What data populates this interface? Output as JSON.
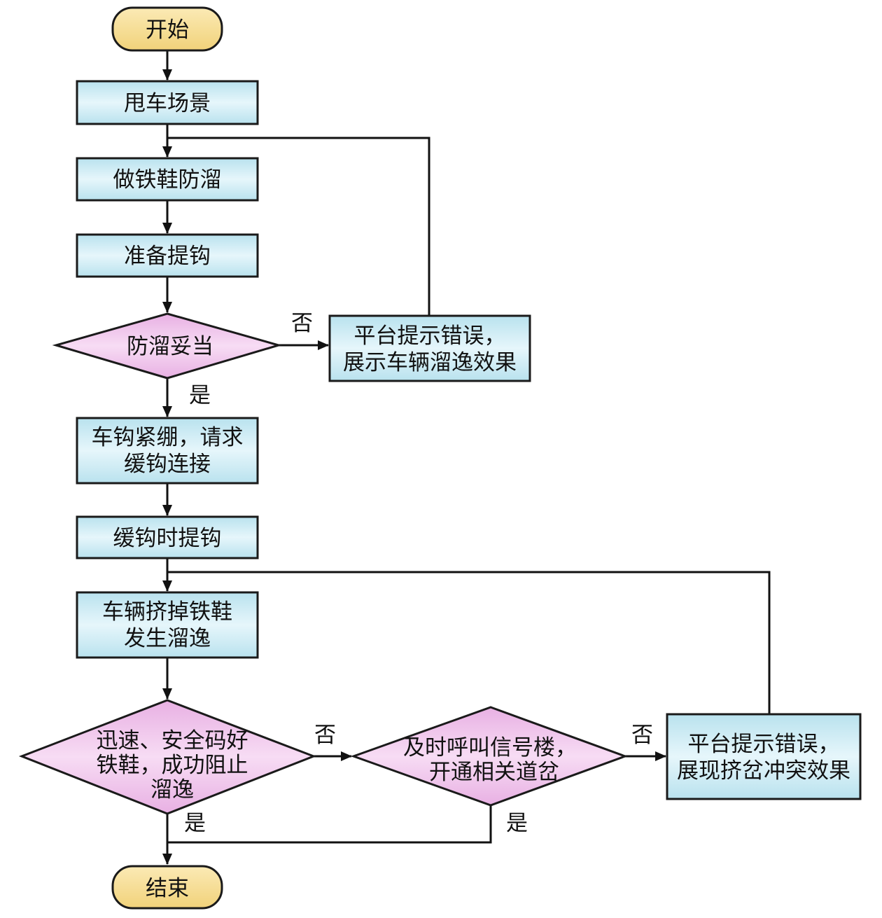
{
  "diagram": {
    "type": "flowchart",
    "colors": {
      "terminal_fill_top": "#fbe9b0",
      "terminal_fill_bottom": "#f2d47c",
      "process_fill_top": "#e6f6fb",
      "process_fill_bottom": "#b8e3ef",
      "decision_fill_top": "#f5d7f2",
      "decision_fill_bottom": "#e9b2e4",
      "stroke": "#1a1a1a"
    },
    "nodes": {
      "start": {
        "shape": "terminal",
        "lines": [
          "开始"
        ]
      },
      "n1": {
        "shape": "process",
        "lines": [
          "甩车场景"
        ]
      },
      "n2": {
        "shape": "process",
        "lines": [
          "做铁鞋防溜"
        ]
      },
      "n3": {
        "shape": "process",
        "lines": [
          "准备提钩"
        ]
      },
      "d1": {
        "shape": "decision",
        "lines": [
          "防溜妥当"
        ]
      },
      "err1": {
        "shape": "process",
        "lines": [
          "平台提示错误，",
          "展示车辆溜逸效果"
        ]
      },
      "n4": {
        "shape": "process",
        "lines": [
          "车钩紧绷，请求",
          "缓钩连接"
        ]
      },
      "n5": {
        "shape": "process",
        "lines": [
          "缓钩时提钩"
        ]
      },
      "n6": {
        "shape": "process",
        "lines": [
          "车辆挤掉铁鞋",
          "发生溜逸"
        ]
      },
      "d2": {
        "shape": "decision",
        "lines": [
          "迅速、安全码好",
          "铁鞋，成功阻止",
          "溜逸"
        ]
      },
      "d3": {
        "shape": "decision",
        "lines": [
          "及时呼叫信号楼，",
          "开通相关道岔"
        ]
      },
      "err2": {
        "shape": "process",
        "lines": [
          "平台提示错误，",
          "展现挤岔冲突效果"
        ]
      },
      "end": {
        "shape": "terminal",
        "lines": [
          "结束"
        ]
      }
    },
    "edge_labels": {
      "d1_no": "否",
      "d1_yes": "是",
      "d2_no": "否",
      "d2_yes": "是",
      "d3_no": "否",
      "d3_yes": "是"
    },
    "edges": [
      {
        "from": "start",
        "to": "n1"
      },
      {
        "from": "n1",
        "to": "n2"
      },
      {
        "from": "n2",
        "to": "n3"
      },
      {
        "from": "n3",
        "to": "d1"
      },
      {
        "from": "d1",
        "to": "err1",
        "label": "否"
      },
      {
        "from": "err1",
        "to": "n2"
      },
      {
        "from": "d1",
        "to": "n4",
        "label": "是"
      },
      {
        "from": "n4",
        "to": "n5"
      },
      {
        "from": "n5",
        "to": "n6"
      },
      {
        "from": "n6",
        "to": "d2"
      },
      {
        "from": "d2",
        "to": "d3",
        "label": "否"
      },
      {
        "from": "d3",
        "to": "err2",
        "label": "否"
      },
      {
        "from": "err2",
        "to": "n6"
      },
      {
        "from": "d2",
        "to": "end",
        "label": "是"
      },
      {
        "from": "d3",
        "to": "end",
        "label": "是"
      }
    ]
  }
}
